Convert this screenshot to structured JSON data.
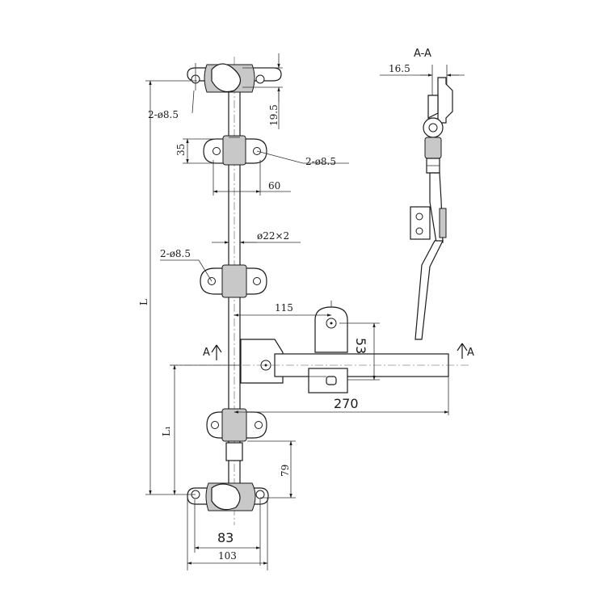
{
  "dimensions": {
    "hole_top_left": "2-ø8.5",
    "hole_mid_right": "2-ø8.5",
    "hole_middle_left": "2-ø8.5",
    "offset_19_5": "19.5",
    "bracket_height_35": "35",
    "bracket_width_60": "60",
    "rod_diameter": "ø22×2",
    "handle_offset_115": "115",
    "keeper_height_53": "53",
    "handle_length_270": "270",
    "overall_length": "L",
    "lower_length": "L₁",
    "bottom_offset_79": "79",
    "bottom_width_83": "83",
    "bottom_width_103": "103"
  },
  "section": {
    "title": "A-A",
    "offset_16_5": "16.5",
    "marker_left": "A",
    "marker_right": "A"
  }
}
